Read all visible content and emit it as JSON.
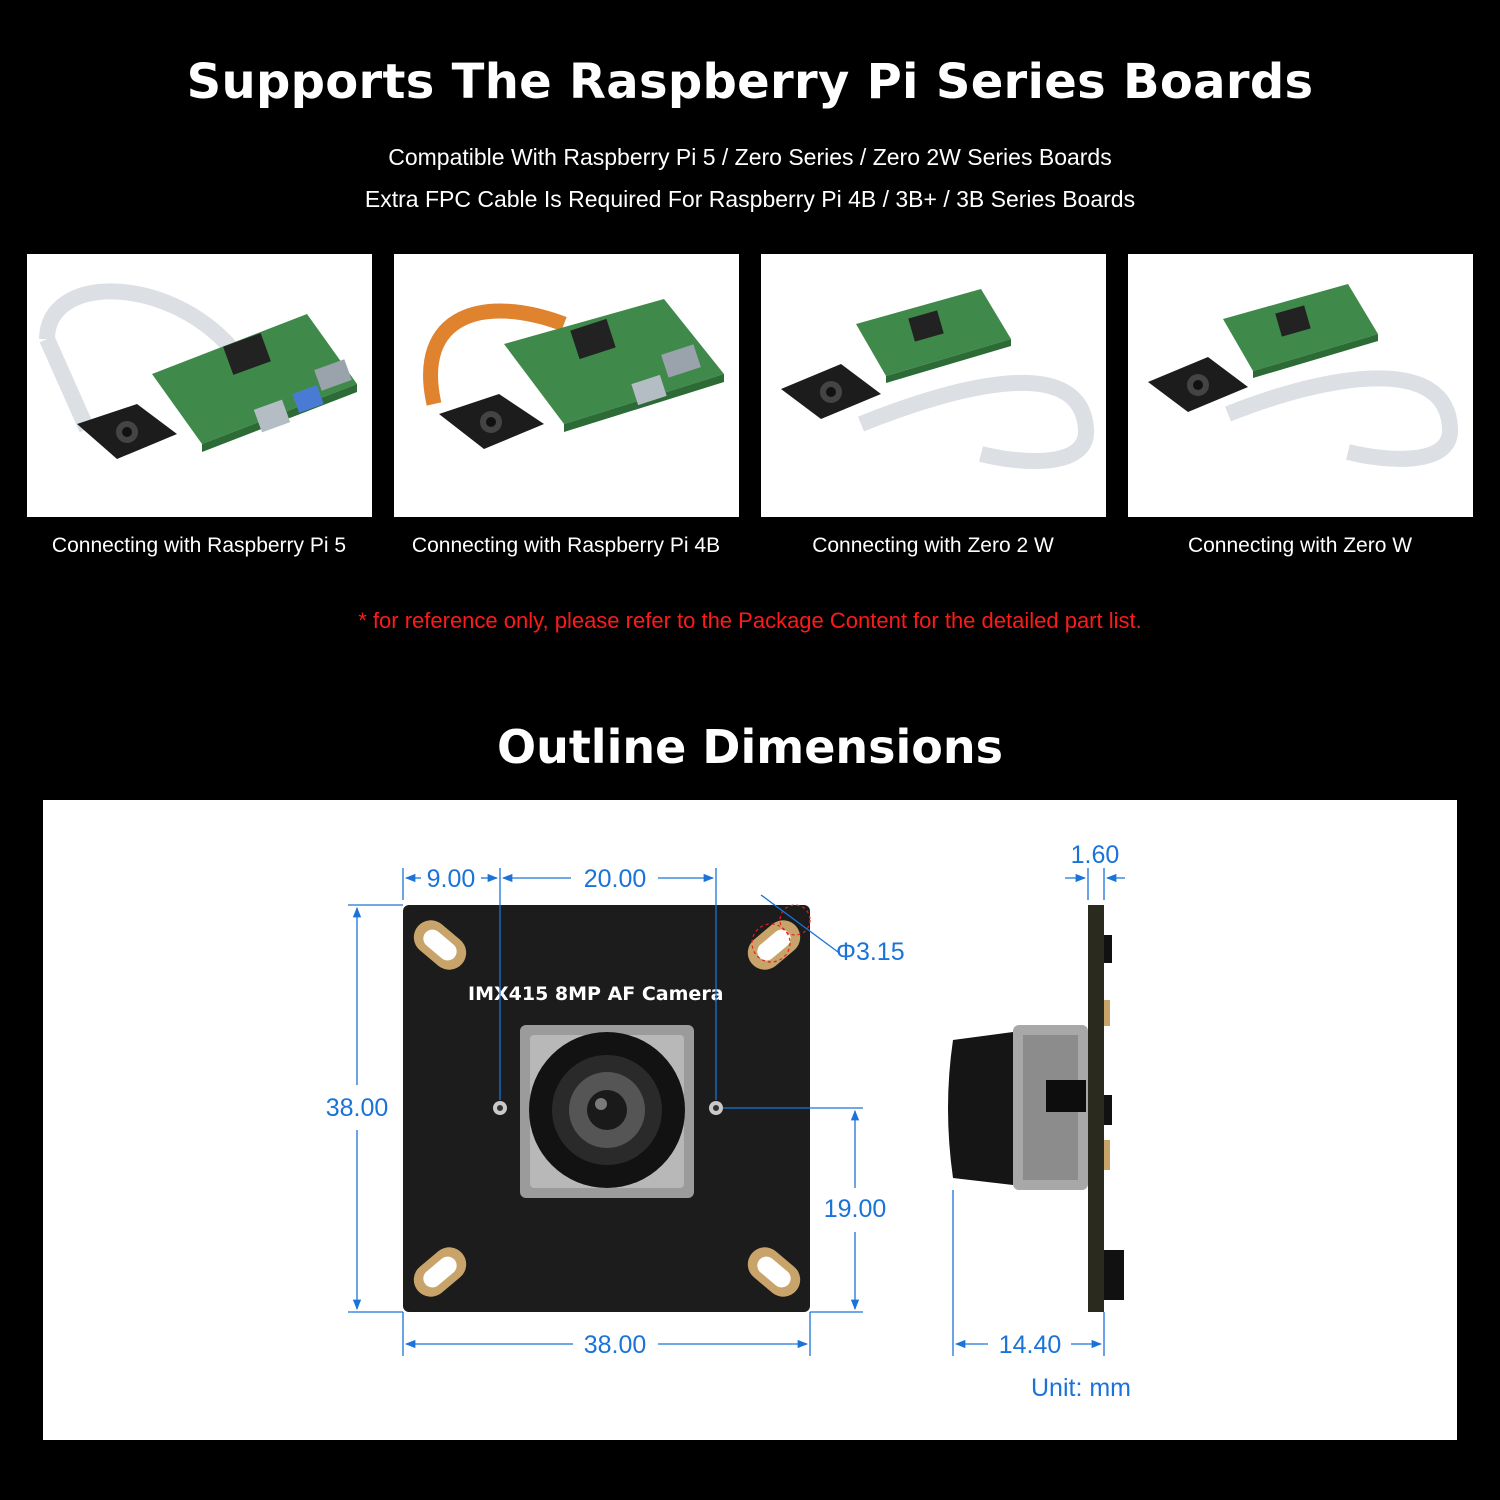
{
  "compat": {
    "title": "Supports The Raspberry Pi Series Boards",
    "line1": "Compatible With Raspberry Pi 5 / Zero Series / Zero 2W Series Boards",
    "line2": "Extra FPC Cable Is Required For Raspberry Pi 4B / 3B+ / 3B Series Boards",
    "items": [
      {
        "caption": "Connecting with Raspberry Pi 5"
      },
      {
        "caption": "Connecting with Raspberry Pi 4B"
      },
      {
        "caption": "Connecting with Zero 2 W"
      },
      {
        "caption": "Connecting with Zero W"
      }
    ],
    "note": "* for reference only, please refer to the Package Content for the detailed part list."
  },
  "outline": {
    "title": "Outline Dimensions",
    "board_label": "IMX415 8MP AF Camera",
    "dims": {
      "left_offset": "9.00",
      "hole_spacing": "20.00",
      "hole_diameter": "Φ3.15",
      "height": "38.00",
      "width": "38.00",
      "hole_height": "19.00",
      "thickness": "1.60",
      "depth": "14.40"
    },
    "unit": "Unit: mm"
  },
  "colors": {
    "background": "#000000",
    "dimension": "#1a73d9",
    "note": "#ff1a1a",
    "pcb": "#1c1c1c",
    "pcb_green": "#3f8a4a"
  }
}
